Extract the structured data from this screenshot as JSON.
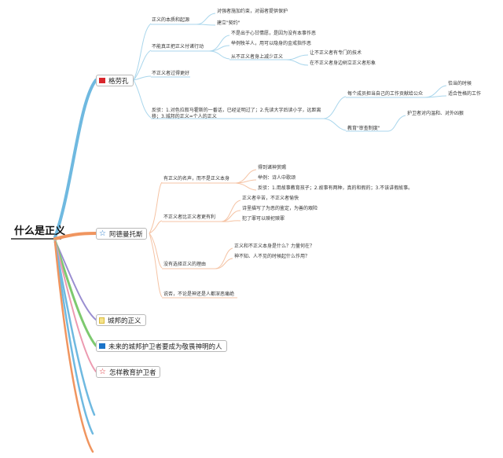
{
  "root": "什么是正义",
  "topics": {
    "glaukon": {
      "label": "格劳孔",
      "icon": "red-flag-icon"
    },
    "adeimantus": {
      "label": "阿德曼托斯",
      "icon": "blue-star-icon"
    },
    "polis": {
      "label": "城邦的正义",
      "icon": "document-icon"
    },
    "guardians": {
      "label": "未来的城邦护卫者要成为敬畏神明的人",
      "icon": "blue-flag-icon"
    },
    "education": {
      "label": "怎样教育护卫者",
      "icon": "red-star-icon"
    }
  },
  "glaukon": {
    "origin": "正义的本质和起源",
    "origin_1": "对强者施加约束，对弱者提供保护",
    "origin_2": "建立\"契约\"",
    "involuntary": "不能真正把正义付诸行动",
    "involuntary_1": "不是出于心甘情愿，是因为没有本事作恶",
    "involuntary_2": "举例牧羊人，用可以隐身的金戒指作恶",
    "involuntary_3": "从不正义者身上减少正义",
    "involuntary_3a": "让不正义者有专门的技术",
    "involuntary_3b": "在不正义者身边树立正义者形象",
    "unjust_better": "不正义者过得更好",
    "rebuttal": "反驳：1.对色拉叙马霍斯的一番话，已经证明过了；2.先读大字后读小字，远距离移；3.城邦的正义=个人的正义",
    "rebuttal_line1": "反驳：1.对色拉叙马霍斯的一番话，已经证明过了；2.先读大字后读小字，远距离",
    "rebuttal_line2": "移；3.城邦的正义=个人的正义",
    "duty": "每个成员担当自己的工作贡献给公众",
    "duty_1": "恰当的时候",
    "duty_2": "适合性格的工作",
    "edu": "教育\"审查制度\"",
    "edu_1": "护卫者对内温和、对外凶狠"
  },
  "adeimantus": {
    "name": "有正义的名声，而不是正义本身",
    "name_1": "得到诸神赏赐",
    "name_2": "举例：诗人中歌颂",
    "name_3": "反驳：1.用故事教育孩子；2.故事有两种，真的和假的；3.不该讲假故事。",
    "unjust_better": "不正义者比正义者更有利",
    "unjust_1": "正义者辛苦，不正义者愉快",
    "unjust_2": "诗里描写了为恶的鉴定，为善的艰险",
    "unjust_3": "犯了罪可以赎祀赎罪",
    "no_reason": "没有选择正义的理由",
    "no_reason_1": "正义和不正义本身是什么？力量何在？",
    "no_reason_2": "神不知、人不见的时候起什么作用？",
    "summary": "说否，不论是神还是人都深恶痛绝"
  },
  "colors": {
    "branch_blue": "#6fb9e0",
    "branch_orange": "#f0955f",
    "branch_purple": "#9a8ed1",
    "branch_green": "#7dc96f",
    "branch_pink": "#ec9ab0",
    "sub_blue": "#a9d6ec",
    "sub_orange": "#f5c3a4",
    "root_underline": "#2b2b2b"
  }
}
